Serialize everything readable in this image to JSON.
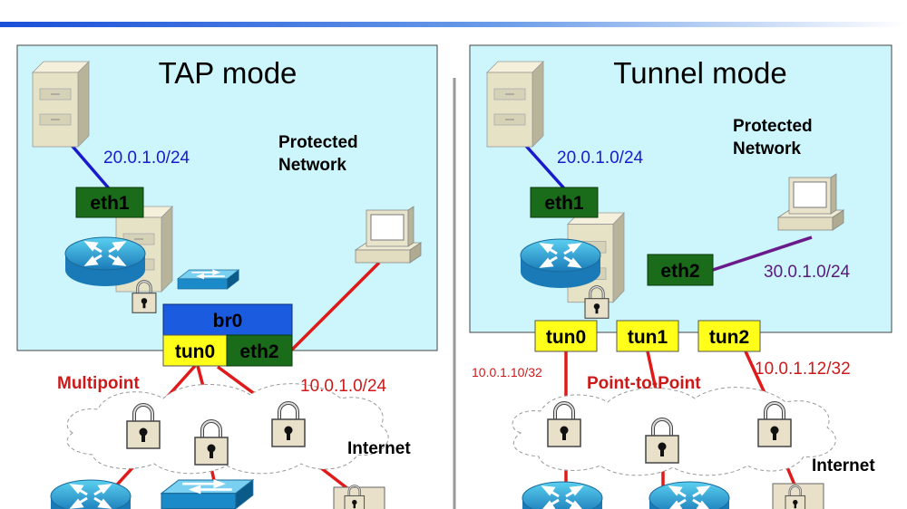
{
  "left_panel": {
    "title": "TAP mode",
    "protected_network": [
      "Protected",
      "Network"
    ],
    "subnet_eth1": "20.0.1.0/24",
    "iface_eth1": "eth1",
    "iface_br0": "br0",
    "iface_tun0": "tun0",
    "iface_eth2": "eth2",
    "label_multipoint": "Multipoint",
    "subnet_tunnel": "10.0.1.0/24",
    "label_internet": "Internet"
  },
  "right_panel": {
    "title": "Tunnel mode",
    "protected_network": [
      "Protected",
      "Network"
    ],
    "subnet_eth1": "20.0.1.0/24",
    "iface_eth1": "eth1",
    "iface_eth2": "eth2",
    "subnet_eth2": "30.0.1.0/24",
    "iface_tun0": "tun0",
    "iface_tun1": "tun1",
    "iface_tun2": "tun2",
    "addr_tun0": "10.0.1.10/32",
    "addr_tun2": "10.0.1.12/32",
    "label_p2p": "Point-to-Point",
    "label_internet": "Internet"
  },
  "colors": {
    "panel_bg": "#ccf6fb",
    "iface_green": "#1a6b1a",
    "iface_yellow": "#ffff1a",
    "iface_blue": "#1a5be0",
    "link_red": "#e01a1a",
    "link_blue": "#1a1acc",
    "link_purple": "#6a1a8a"
  }
}
